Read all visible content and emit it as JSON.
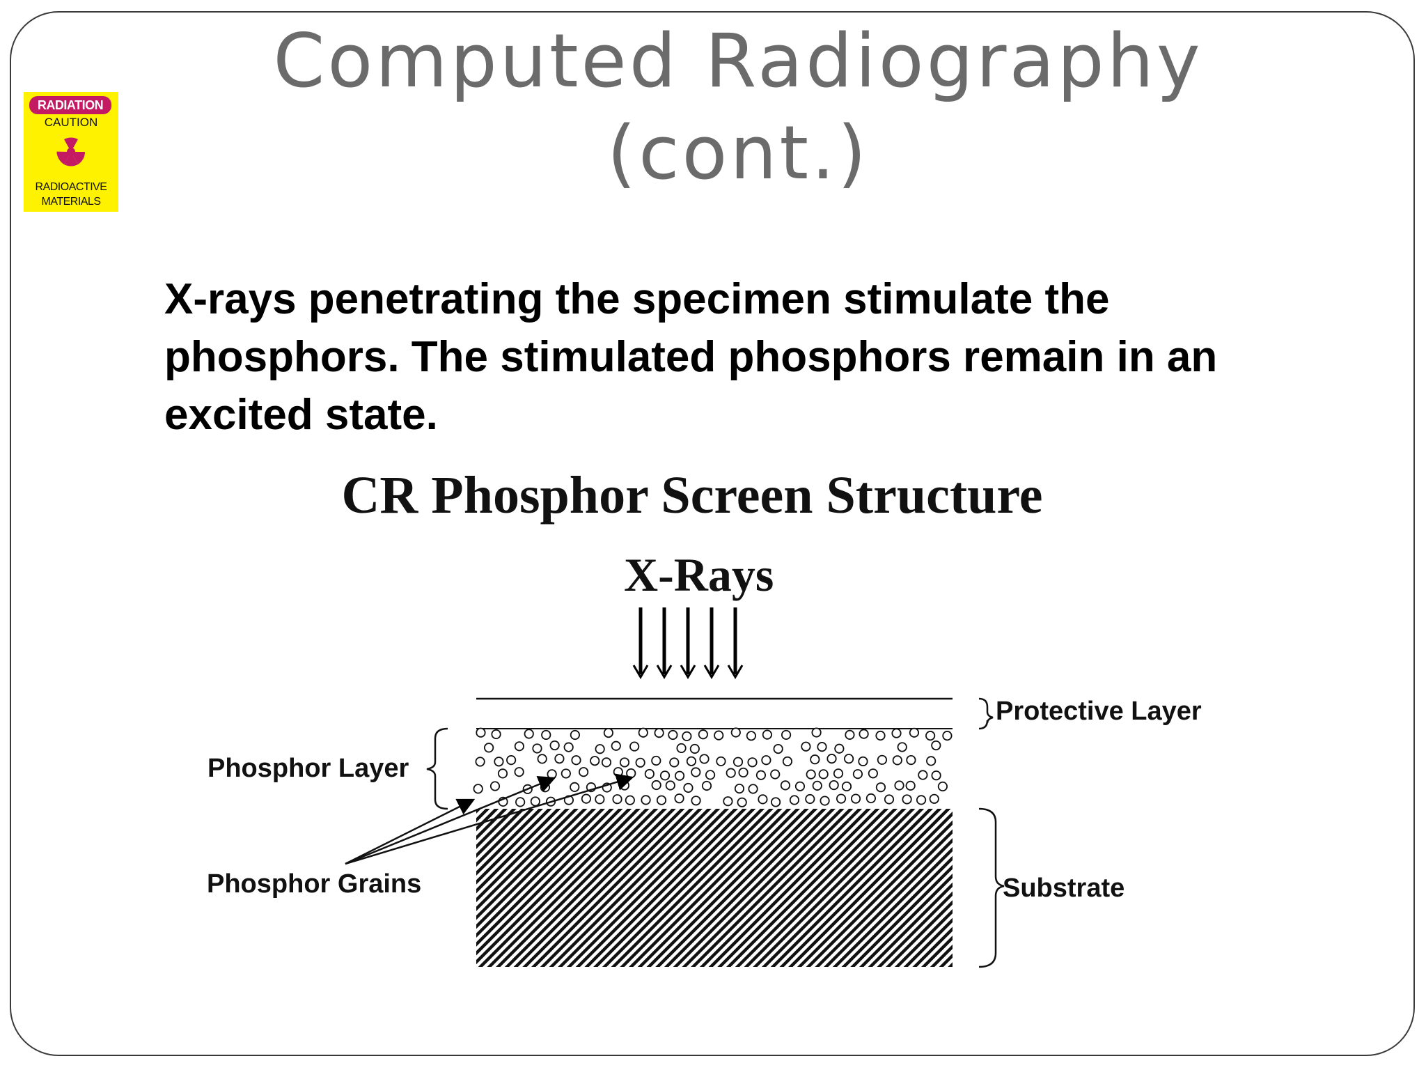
{
  "slide": {
    "title_line1": "Computed Radiography",
    "title_line2": "(cont.)",
    "body": "X-rays penetrating the specimen stimulate the phosphors. The stimulated phosphors remain in an excited state."
  },
  "badge": {
    "top": "RADIATION",
    "middle": "CAUTION",
    "bottom_line1": "RADIOACTIVE",
    "bottom_line2": "MATERIALS",
    "icon": "radiation-trefoil-icon",
    "colors": {
      "background": "#fff200",
      "accent": "#c41a64"
    }
  },
  "diagram": {
    "title": "CR Phosphor Screen Structure",
    "xrays_label": "X-Rays",
    "labels": {
      "protective_layer": "Protective Layer",
      "phosphor_layer": "Phosphor Layer",
      "phosphor_grains": "Phosphor Grains",
      "substrate": "Substrate"
    },
    "xray_arrow_count": 5
  }
}
